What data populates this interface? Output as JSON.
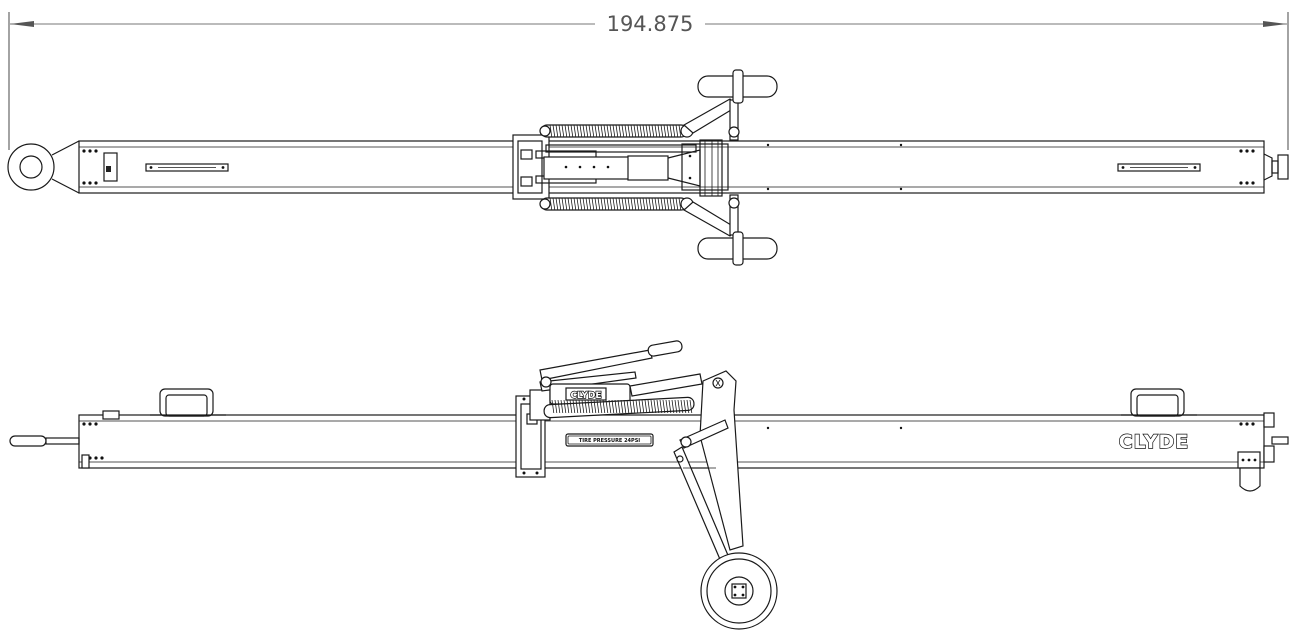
{
  "dimension": {
    "overall_length": "194.875"
  },
  "labels": {
    "brand": "CLYDE",
    "tire_placard": "TIRE PRESSURE 24PSI"
  }
}
